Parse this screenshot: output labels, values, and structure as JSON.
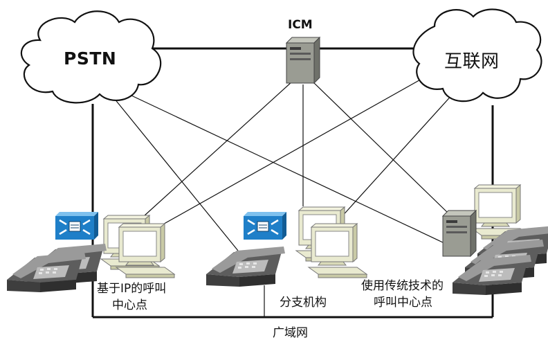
{
  "labels": {
    "pstn": "PSTN",
    "internet": "互联网",
    "icm": "ICM",
    "ip_center_line1": "基于IP的呼叫",
    "ip_center_line2": "中心点",
    "branch": "分支机构",
    "traditional_line1": "使用传统技术的",
    "traditional_line2": "呼叫中心点",
    "wan": "广域网"
  },
  "colors": {
    "line": "#111111",
    "cloud_fill": "#ffffff",
    "router_blue": "#1f7fc8",
    "monitor_beige": "#e9ead0",
    "screen": "#ffffff",
    "phone_gray": "#7a7a7a",
    "server_gray": "#9a9c93"
  },
  "icons": [
    "cloud-icon",
    "server-icon",
    "ip-router-icon",
    "computer-icon",
    "phone-icon"
  ]
}
